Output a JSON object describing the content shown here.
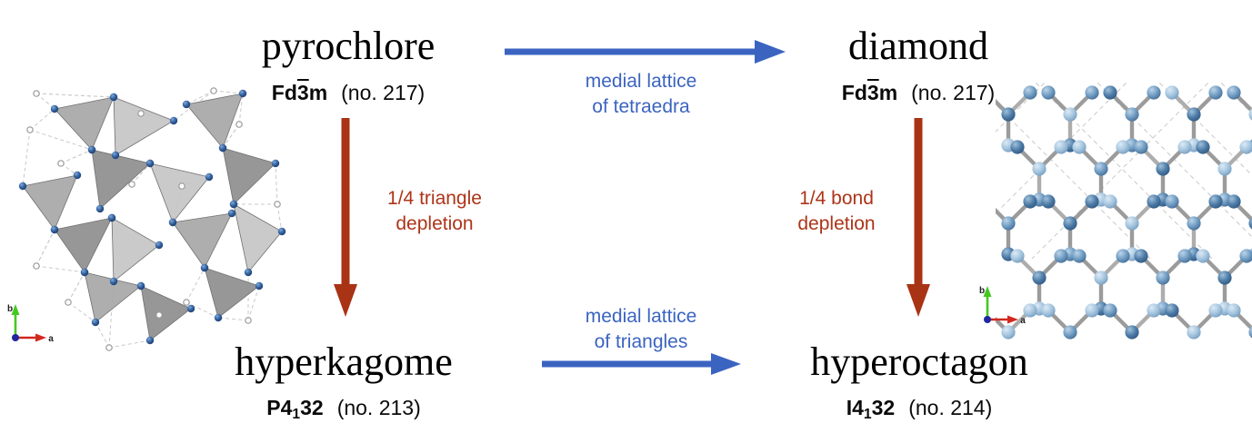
{
  "palette": {
    "arrow_blue": "#3b64c0",
    "arrow_red": "#a93315",
    "text_black": "#000000",
    "axis_green": "#45c822",
    "axis_red": "#d2281e",
    "axis_origin_blue": "#22269e",
    "node_dot_blue": "#2e5f9e",
    "bond_gray": "#9b9b9b",
    "triangle_gray": "#a8a8a8",
    "dash_gray": "#c9c9c9"
  },
  "nodes": {
    "pyrochlore": {
      "title": "pyrochlore",
      "sg_pre": "Fd",
      "sg_over": "3",
      "sg_post": "m",
      "number": "(no. 217)"
    },
    "diamond": {
      "title": "diamond",
      "sg_pre": "Fd",
      "sg_over": "3",
      "sg_post": "m",
      "number": "(no. 217)"
    },
    "hyperkagome": {
      "title": "hyperkagome",
      "sg_pre": "P4",
      "sg_sub": "1",
      "sg_post": "32",
      "number": "(no. 213)"
    },
    "hyperoctagon": {
      "title": "hyperoctagon",
      "sg_pre": "I4",
      "sg_sub": "1",
      "sg_post": "32",
      "number": "(no. 214)"
    }
  },
  "edges": {
    "top": {
      "line1": "medial lattice",
      "line2": "of tetraedra"
    },
    "bottom": {
      "line1": "medial lattice",
      "line2": "of triangles"
    },
    "left": {
      "line1": "1/4 triangle",
      "line2": "depletion"
    },
    "right": {
      "line1": "1/4 bond",
      "line2": "depletion"
    }
  },
  "axes": {
    "x": "a",
    "y": "b"
  }
}
